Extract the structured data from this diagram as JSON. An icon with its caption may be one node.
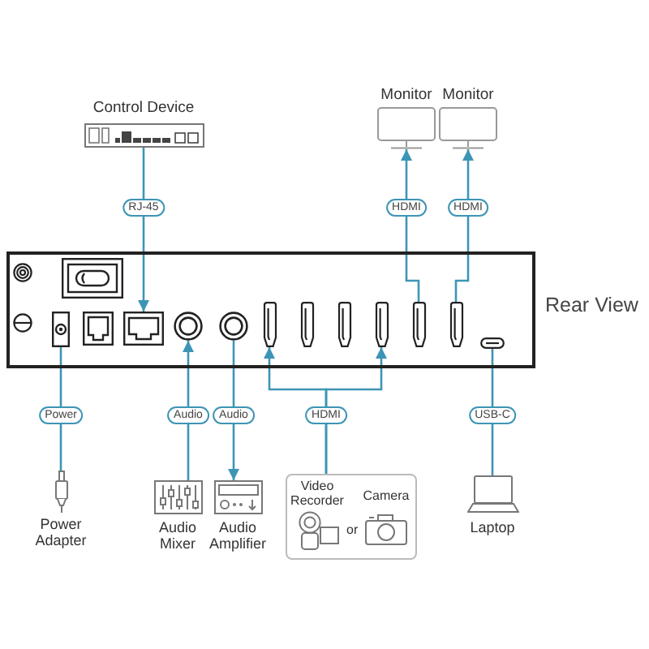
{
  "diagram": {
    "nodes": [
      {
        "text": [
          "Control Device"
        ]
      },
      {
        "text": [
          "Monitor"
        ]
      },
      {
        "text": [
          "Monitor"
        ]
      },
      {
        "text": [],
        "shape": "box",
        "beside": [
          "Rear View"
        ]
      },
      {
        "text": [],
        "shape": "picture",
        "in": 3
      },
      {
        "text": [],
        "shape": "picture",
        "in": 3
      },
      {
        "text": [],
        "shape": "picture",
        "in": 3
      },
      {
        "text": [],
        "shape": "picture",
        "in": 3
      },
      {
        "text": [],
        "shape": "picture",
        "in": 3
      },
      {
        "text": [],
        "shape": "picture",
        "in": 3
      },
      {
        "text": [],
        "shape": "picture",
        "in": 3
      },
      {
        "text": [],
        "shape": "picture",
        "in": 3
      },
      {
        "text": [],
        "shape": "picture",
        "in": 3
      },
      {
        "text": [
          "Power Adapter"
        ]
      },
      {
        "text": [
          "Audio Mixer"
        ]
      },
      {
        "text": [
          "Audio Amplifier"
        ]
      },
      {
        "text": [],
        "shape": "box"
      },
      {
        "text": [
          "Video Recorder"
        ],
        "in": 16
      },
      {
        "text": [
          "Camera"
        ],
        "in": 16
      },
      {
        "text": [
          "Laptop"
        ]
      }
    ],
    "edges": [
      {
        "from": 0,
        "to": 5,
        "arrow": "to",
        "label": "RJ-45"
      },
      {
        "from": 10,
        "to": 1,
        "arrow": "to",
        "label": "HDMI"
      },
      {
        "from": 11,
        "to": 2,
        "arrow": "to",
        "label": "HDMI"
      },
      {
        "from": 4,
        "to": 13,
        "arrow": "none",
        "label": "Power"
      },
      {
        "from": 14,
        "to": 6,
        "arrow": "to",
        "label": "Audio"
      },
      {
        "from": 7,
        "to": 15,
        "arrow": "to",
        "label": "Audio"
      },
      {
        "from": 16,
        "to": 8,
        "arrow": "to",
        "label": "HDMI"
      },
      {
        "from": 16,
        "to": 9,
        "arrow": "to"
      },
      {
        "from": 12,
        "to": 19,
        "arrow": "none",
        "label": "USB-C"
      }
    ],
    "labels": [
      "or"
    ]
  }
}
